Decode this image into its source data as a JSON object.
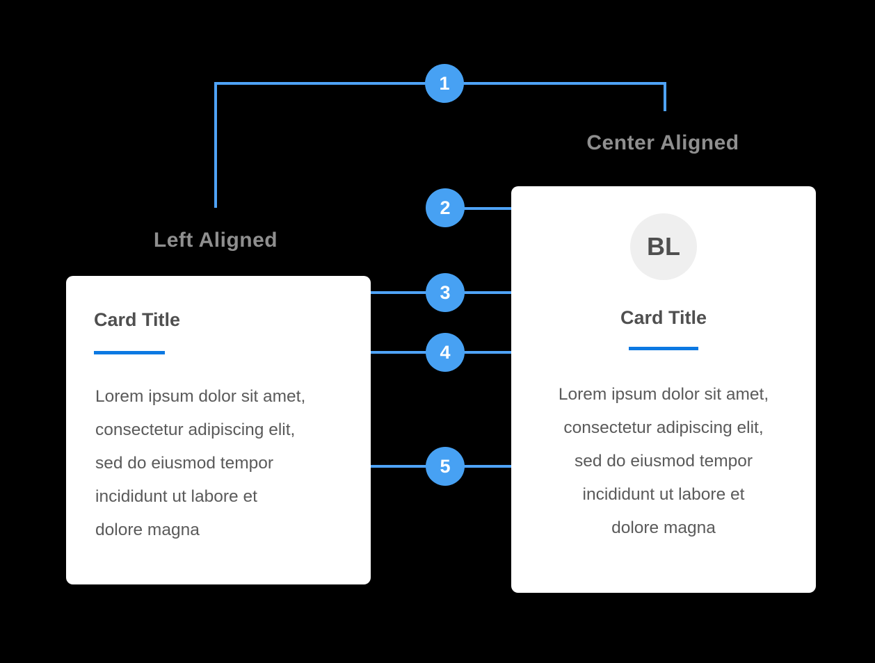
{
  "labels": {
    "left_section": "Left Aligned",
    "center_section": "Center Aligned"
  },
  "callouts": [
    {
      "number": "1"
    },
    {
      "number": "2"
    },
    {
      "number": "3"
    },
    {
      "number": "4"
    },
    {
      "number": "5"
    }
  ],
  "cards": {
    "left": {
      "title": "Card Title",
      "body_lines": [
        "Lorem ipsum dolor sit amet,",
        "consectetur adipiscing elit,",
        "sed do eiusmod tempor",
        "incididunt ut labore et",
        "dolore magna"
      ]
    },
    "right": {
      "avatar_initials": "BL",
      "title": "Card Title",
      "body_lines": [
        "Lorem ipsum dolor sit amet,",
        "consectetur adipiscing elit,",
        "sed do eiusmod tempor",
        "incididunt ut labore et",
        "dolore magna"
      ]
    }
  },
  "colors": {
    "background": "#000000",
    "leader_line_blue": "#4fa3f7",
    "badge_blue": "#47a1f3",
    "divider_blue": "#0c79e2",
    "section_label_gray": "#8f8f8f",
    "title_gray": "#4f4f4f",
    "body_gray": "#5a5a5a",
    "avatar_background": "#efefef",
    "card_background": "#ffffff"
  }
}
